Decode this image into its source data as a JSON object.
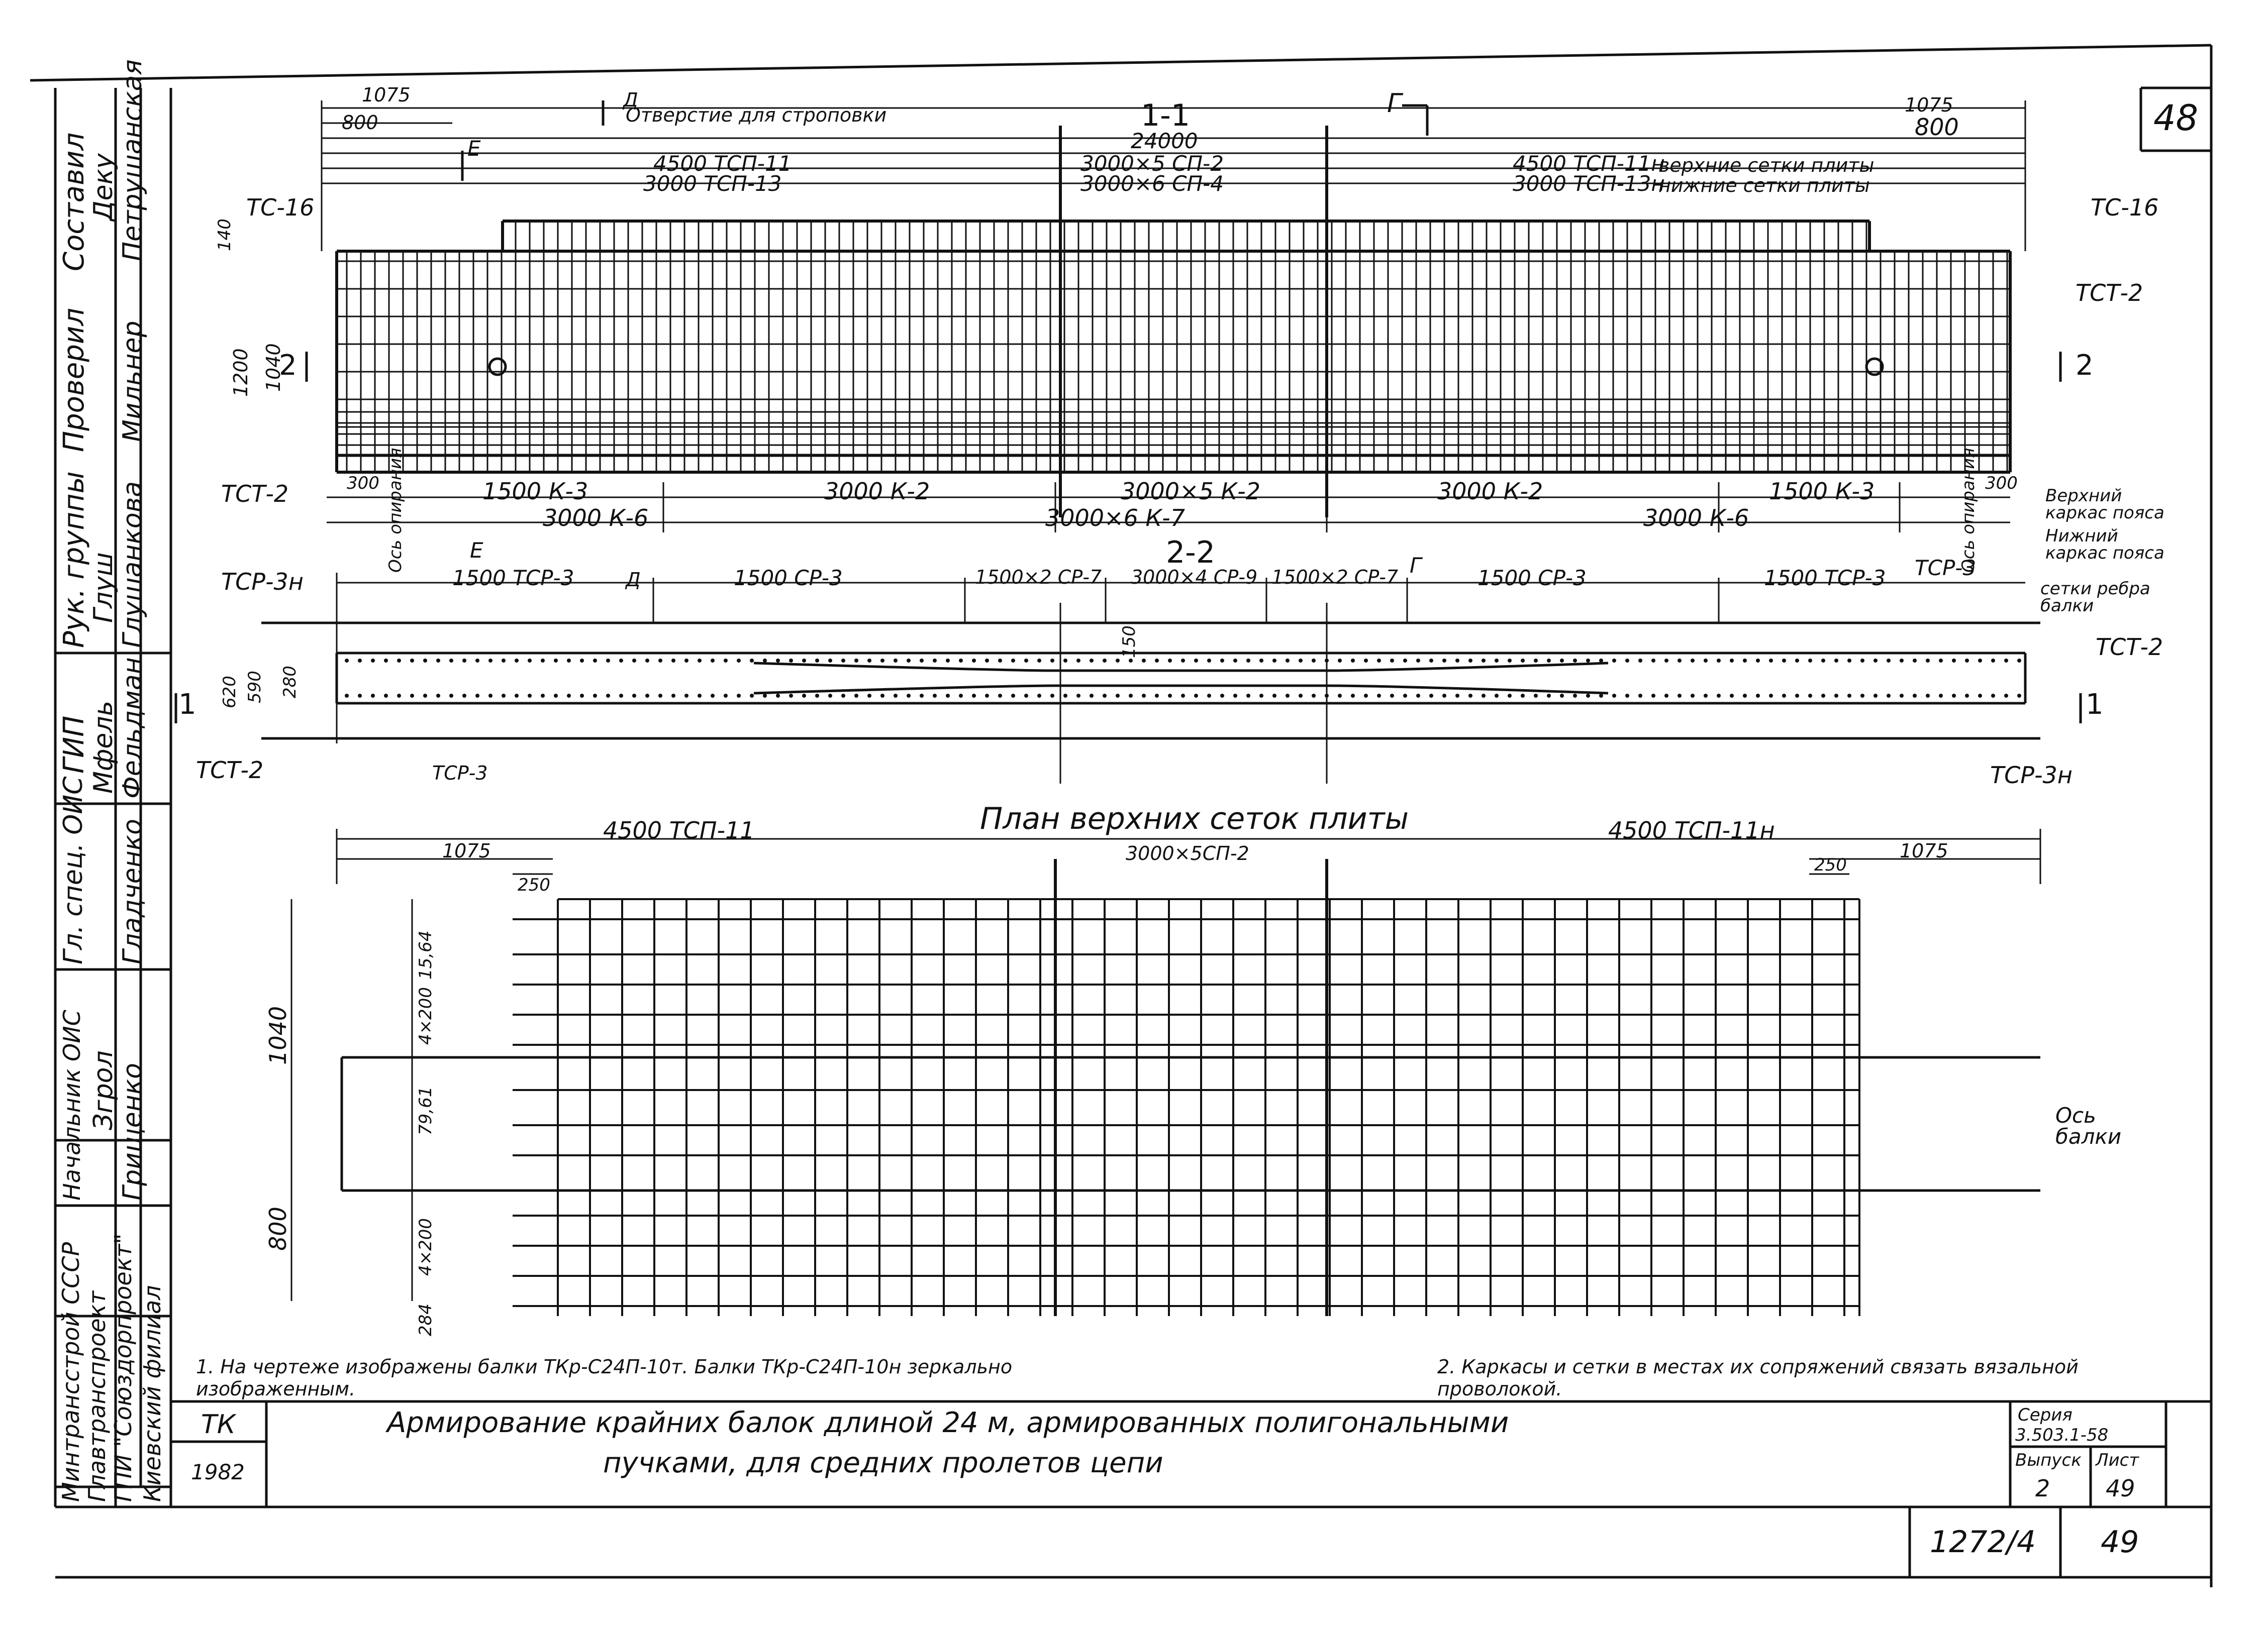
{
  "stamp_columns": [
    {
      "role": "Составил",
      "sign": "Деку",
      "name": "Петрушанская"
    },
    {
      "role": "Проверил",
      "sign": "",
      "name": "Мильнер"
    },
    {
      "role": "Рук. группы",
      "sign": "Глуш",
      "name": "Глушанкова"
    },
    {
      "role": "ГИП",
      "sign": "Мфель",
      "name": "Фельдман"
    },
    {
      "role": "Гл. спец. ОИС",
      "sign": "",
      "name": "Гладченко"
    },
    {
      "role": "Начальник ОИС",
      "sign": "Згрол",
      "name": "Грищенко"
    }
  ],
  "organization": [
    "Минтрансстрой СССР",
    "Главтранспроект",
    "ГПИ \"Союздорпроект\"",
    "Киевский филиал"
  ],
  "sheet_corner": "48",
  "section_1_1": {
    "title": "1-1",
    "total_length": "24000",
    "dims_left": [
      "1075",
      "800"
    ],
    "dims_right": [
      "1075",
      "800"
    ],
    "opening_note": "Отверстие для строповки",
    "mark_D": "Д",
    "mark_E": "Е",
    "mark_G": "Г",
    "upper_left": "4500 ТСП-11",
    "lower_left": "3000 ТСП-13",
    "upper_mid": "3000×5 СП-2",
    "lower_mid": "3000×6 СП-4",
    "upper_right": "4500 ТСП-11н",
    "lower_right": "3000 ТСП-13н",
    "upper_note": "верхние сетки плиты",
    "lower_note": "нижние сетки плиты",
    "tc16_left": "ТС-16",
    "tc16_right": "ТС-16",
    "tct2_left": "ТСТ-2",
    "tct2_right": "ТСТ-2",
    "height_dim": "1040",
    "total_height_dim": "1200",
    "top_dim": "140",
    "left_300": "300",
    "right_300": "300",
    "section_2_left": "2",
    "section_2_right": "2",
    "frames_top": [
      "1500 К-3",
      "3000 К-2",
      "3000×5 К-2",
      "3000 К-2",
      "1500 К-3"
    ],
    "frames_bottom": [
      "3000 К-6",
      "3000×6 К-7",
      "3000 К-6"
    ],
    "axis_support": "Ось опирания",
    "upper_frame_note": "Верхний каркас пояса",
    "lower_frame_note": "Нижний каркас пояса"
  },
  "section_2_2": {
    "title": "2-2",
    "nets": [
      "1500 ТСР-3",
      "1500 СР-3",
      "1500×2 СР-7",
      "3000×4 СР-9",
      "1500×2 СР-7",
      "1500 СР-3",
      "1500 ТСР-3"
    ],
    "tcp3_left": "ТСР-3н",
    "tcp3_right": "ТСР-3",
    "tcp3_bottom_left": "ТСР-3",
    "tcp3_bottom_right": "ТСР-3н",
    "tct2_left": "ТСТ-2",
    "tct2_right": "ТСТ-2",
    "rib_note": "сетки ребра балки",
    "dim_620": "620",
    "dim_590": "590",
    "dim_280": "280",
    "dim_150": "150",
    "section_1_left": "1",
    "section_1_right": "1",
    "mark_D": "Д",
    "mark_E": "Е",
    "mark_G": "Г"
  },
  "plan": {
    "title": "План верхних сеток плиты",
    "left_net": "4500 ТСП-11",
    "right_net": "4500 ТСП-11н",
    "mid_net": "3000×5СП-2",
    "dim_1075_left": "1075",
    "dim_250_left": "250",
    "dim_1075_right": "1075",
    "dim_250_right": "250",
    "height_1040": "1040",
    "height_800": "800",
    "vdims": [
      "15,64",
      "4×200",
      "79,61",
      "4×200",
      "284"
    ],
    "axis_note": "Ось балки"
  },
  "notes": [
    "1. На чертеже изображены балки ТКр-С24П-10т. Балки ТКр-С24П-10н зеркально изображенным.",
    "2. Каркасы и сетки в местах их сопряжений связать вязальной проволокой."
  ],
  "title_block": {
    "tk": "ТК",
    "year": "1982",
    "title_line1": "Армирование крайних балок длиной 24 м, армированных полигональными",
    "title_line2": "пучками, для средних пролетов цепи",
    "series_label": "Серия",
    "series_value": "3.503.1-58",
    "issue_label": "Выпуск",
    "sheet_label": "Лист",
    "issue_value": "2",
    "sheet_value": "49"
  },
  "footer": {
    "archive": "1272/4",
    "page": "49"
  }
}
